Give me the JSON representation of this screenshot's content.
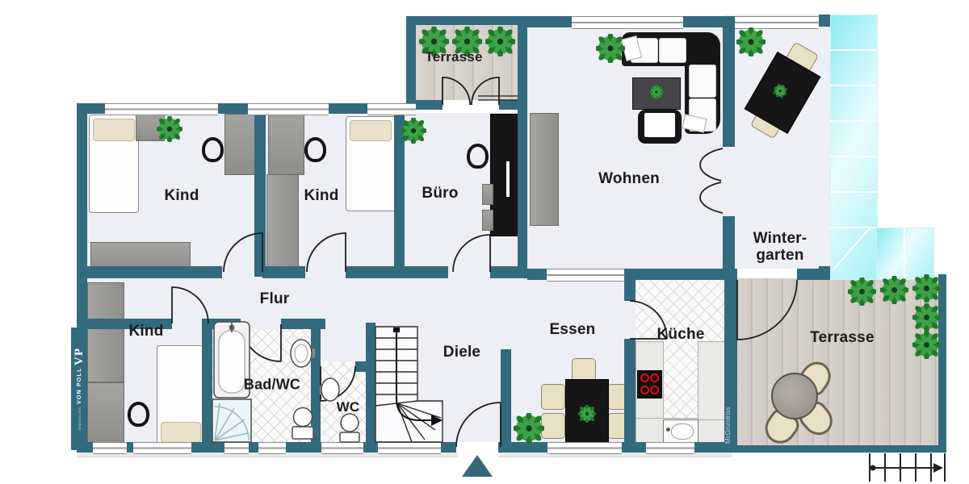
{
  "branding": {
    "vp_initials": "VP",
    "vp_name": "VON POLL",
    "vp_sub": "IMMOBILIEN",
    "watermark": "McGrundriss"
  },
  "colors": {
    "wall": "#336a7e",
    "floor": "#edeff5",
    "deck": "#d8d3cc",
    "glass": "#9feef5",
    "tile_line": "#d9d9d9",
    "plant_green": "#2e8b34",
    "furniture_dark": "#161616",
    "furniture_gray": "#9b9a96",
    "chair_beige": "#e9dfc2",
    "burner_red": "#cc1111"
  },
  "rooms": {
    "terrace_top": {
      "label": "Terrasse"
    },
    "child_room_1": {
      "label": "Kind"
    },
    "child_room_2": {
      "label": "Kind"
    },
    "office": {
      "label": "Büro"
    },
    "living_room": {
      "label": "Wohnen"
    },
    "winter_garden": {
      "label": "Wintergarten",
      "line1": "Winter-",
      "line2": "garten"
    },
    "hallway": {
      "label": "Flur"
    },
    "child_room_3": {
      "label": "Kind"
    },
    "bathroom": {
      "label": "Bad/WC"
    },
    "wc": {
      "label": "WC"
    },
    "entry_hall": {
      "label": "Diele"
    },
    "dining_room": {
      "label": "Essen"
    },
    "kitchen": {
      "label": "Küche"
    },
    "terrace_main": {
      "label": "Terrasse"
    }
  }
}
